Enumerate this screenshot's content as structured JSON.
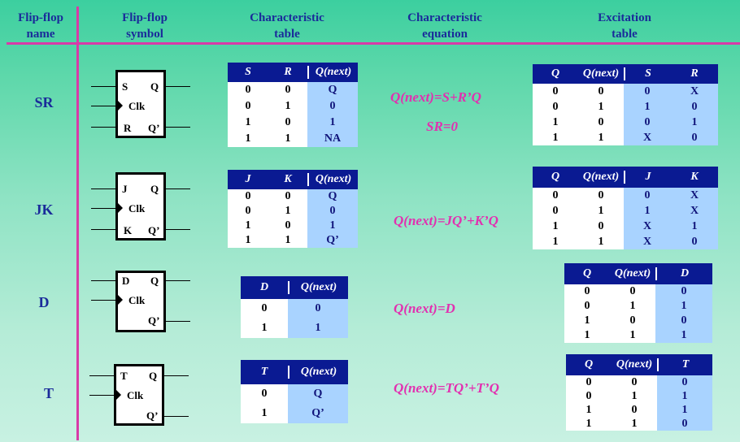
{
  "headers": {
    "name": [
      "Flip-flop",
      "name"
    ],
    "symbol": [
      "Flip-flop",
      "symbol"
    ],
    "char_table": [
      "Characteristic",
      "table"
    ],
    "char_eq": [
      "Characteristic",
      "equation"
    ],
    "exc_table": [
      "Excitation",
      "table"
    ]
  },
  "rows": [
    {
      "name": "SR",
      "symbol": {
        "top": "S",
        "clk": "Clk",
        "bottom": "R",
        "q": "Q",
        "qbar": "Q’"
      },
      "char_table": {
        "headers": [
          "S",
          "R",
          "Q(next)"
        ],
        "rows": [
          [
            "0",
            "0",
            "Q"
          ],
          [
            "0",
            "1",
            "0"
          ],
          [
            "1",
            "0",
            "1"
          ],
          [
            "1",
            "1",
            "NA"
          ]
        ]
      },
      "equation": [
        "Q(next)=S+R’Q",
        "SR=0"
      ],
      "exc_table": {
        "headers": [
          "Q",
          "Q(next)",
          "S",
          "R"
        ],
        "rows": [
          [
            "0",
            "0",
            "0",
            "X"
          ],
          [
            "0",
            "1",
            "1",
            "0"
          ],
          [
            "1",
            "0",
            "0",
            "1"
          ],
          [
            "1",
            "1",
            "X",
            "0"
          ]
        ]
      }
    },
    {
      "name": "JK",
      "symbol": {
        "top": "J",
        "clk": "Clk",
        "bottom": "K",
        "q": "Q",
        "qbar": "Q’"
      },
      "char_table": {
        "headers": [
          "J",
          "K",
          "Q(next)"
        ],
        "rows": [
          [
            "0",
            "0",
            "Q"
          ],
          [
            "0",
            "1",
            "0"
          ],
          [
            "1",
            "0",
            "1"
          ],
          [
            "1",
            "1",
            "Q’"
          ]
        ]
      },
      "equation": [
        "Q(next)=JQ’+K’Q"
      ],
      "exc_table": {
        "headers": [
          "Q",
          "Q(next)",
          "J",
          "K"
        ],
        "rows": [
          [
            "0",
            "0",
            "0",
            "X"
          ],
          [
            "0",
            "1",
            "1",
            "X"
          ],
          [
            "1",
            "0",
            "X",
            "1"
          ],
          [
            "1",
            "1",
            "X",
            "0"
          ]
        ]
      }
    },
    {
      "name": "D",
      "symbol": {
        "top": "D",
        "clk": "Clk",
        "bottom": "",
        "q": "Q",
        "qbar": "Q’"
      },
      "char_table": {
        "headers": [
          "D",
          "Q(next)"
        ],
        "rows": [
          [
            "0",
            "0"
          ],
          [
            "1",
            "1"
          ]
        ]
      },
      "equation": [
        "Q(next)=D"
      ],
      "exc_table": {
        "headers": [
          "Q",
          "Q(next)",
          "D"
        ],
        "rows": [
          [
            "0",
            "0",
            "0"
          ],
          [
            "0",
            "1",
            "1"
          ],
          [
            "1",
            "0",
            "0"
          ],
          [
            "1",
            "1",
            "1"
          ]
        ]
      }
    },
    {
      "name": "T",
      "symbol": {
        "top": "T",
        "clk": "Clk",
        "bottom": "",
        "q": "Q",
        "qbar": "Q’"
      },
      "char_table": {
        "headers": [
          "T",
          "Q(next)"
        ],
        "rows": [
          [
            "0",
            "Q"
          ],
          [
            "1",
            "Q’"
          ]
        ]
      },
      "equation": [
        "Q(next)=TQ’+T’Q"
      ],
      "exc_table": {
        "headers": [
          "Q",
          "Q(next)",
          "T"
        ],
        "rows": [
          [
            "0",
            "0",
            "0"
          ],
          [
            "0",
            "1",
            "1"
          ],
          [
            "1",
            "0",
            "1"
          ],
          [
            "1",
            "1",
            "0"
          ]
        ]
      }
    }
  ],
  "colors": {
    "header_text": "#1a2b9a",
    "divider": "#d83aa8",
    "equation": "#e22fb0",
    "table_head": "#0a1a92",
    "table_blue": "#a9d3ff"
  }
}
